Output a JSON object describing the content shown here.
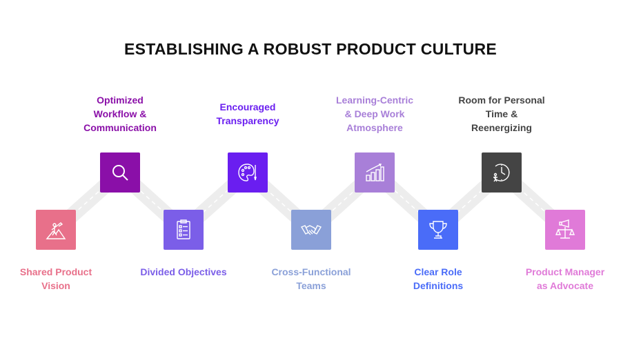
{
  "title": "ESTABLISHING A ROBUST PRODUCT CULTURE",
  "steps": [
    {
      "label_lines": [
        "Shared Product",
        "Vision"
      ],
      "color": "#e8708a",
      "icon": "mountain-flag-icon"
    },
    {
      "label_lines": [
        "Optimized",
        "Workflow &",
        "Communication"
      ],
      "color": "#8a0fa8",
      "icon": "search-icon"
    },
    {
      "label_lines": [
        "Divided Objectives"
      ],
      "color": "#7b5ee8",
      "icon": "checklist-icon"
    },
    {
      "label_lines": [
        "Encouraged",
        "Transparency"
      ],
      "color": "#6a1ef0",
      "icon": "palette-icon"
    },
    {
      "label_lines": [
        "Cross-Functional",
        "Teams"
      ],
      "color": "#8aa0d8",
      "icon": "handshake-icon"
    },
    {
      "label_lines": [
        "Learning-Centric",
        "& Deep Work",
        "Atmosphere"
      ],
      "color": "#a87fd8",
      "icon": "bar-chart-icon"
    },
    {
      "label_lines": [
        "Clear Role",
        "Definitions"
      ],
      "color": "#4a6cf8",
      "icon": "trophy-icon"
    },
    {
      "label_lines": [
        "Room for Personal",
        "Time &",
        "Reenergizing"
      ],
      "color": "#444444",
      "icon": "clock-icon"
    },
    {
      "label_lines": [
        "Product Manager",
        "as Advocate"
      ],
      "color": "#e07ad8",
      "icon": "megaphone-scale-icon"
    }
  ]
}
